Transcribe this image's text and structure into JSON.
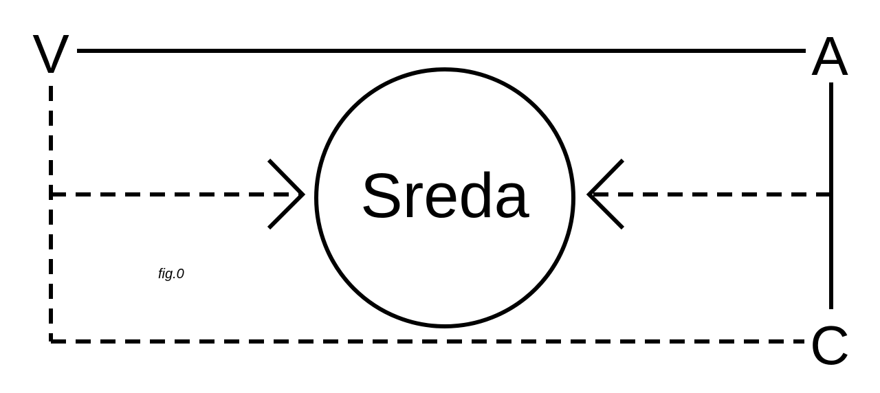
{
  "nodes": {
    "v": "V",
    "a": "A",
    "c": "C",
    "center": "Sreda"
  },
  "caption": "fig.0",
  "colors": {
    "stroke": "#000000",
    "background": "#ffffff"
  }
}
